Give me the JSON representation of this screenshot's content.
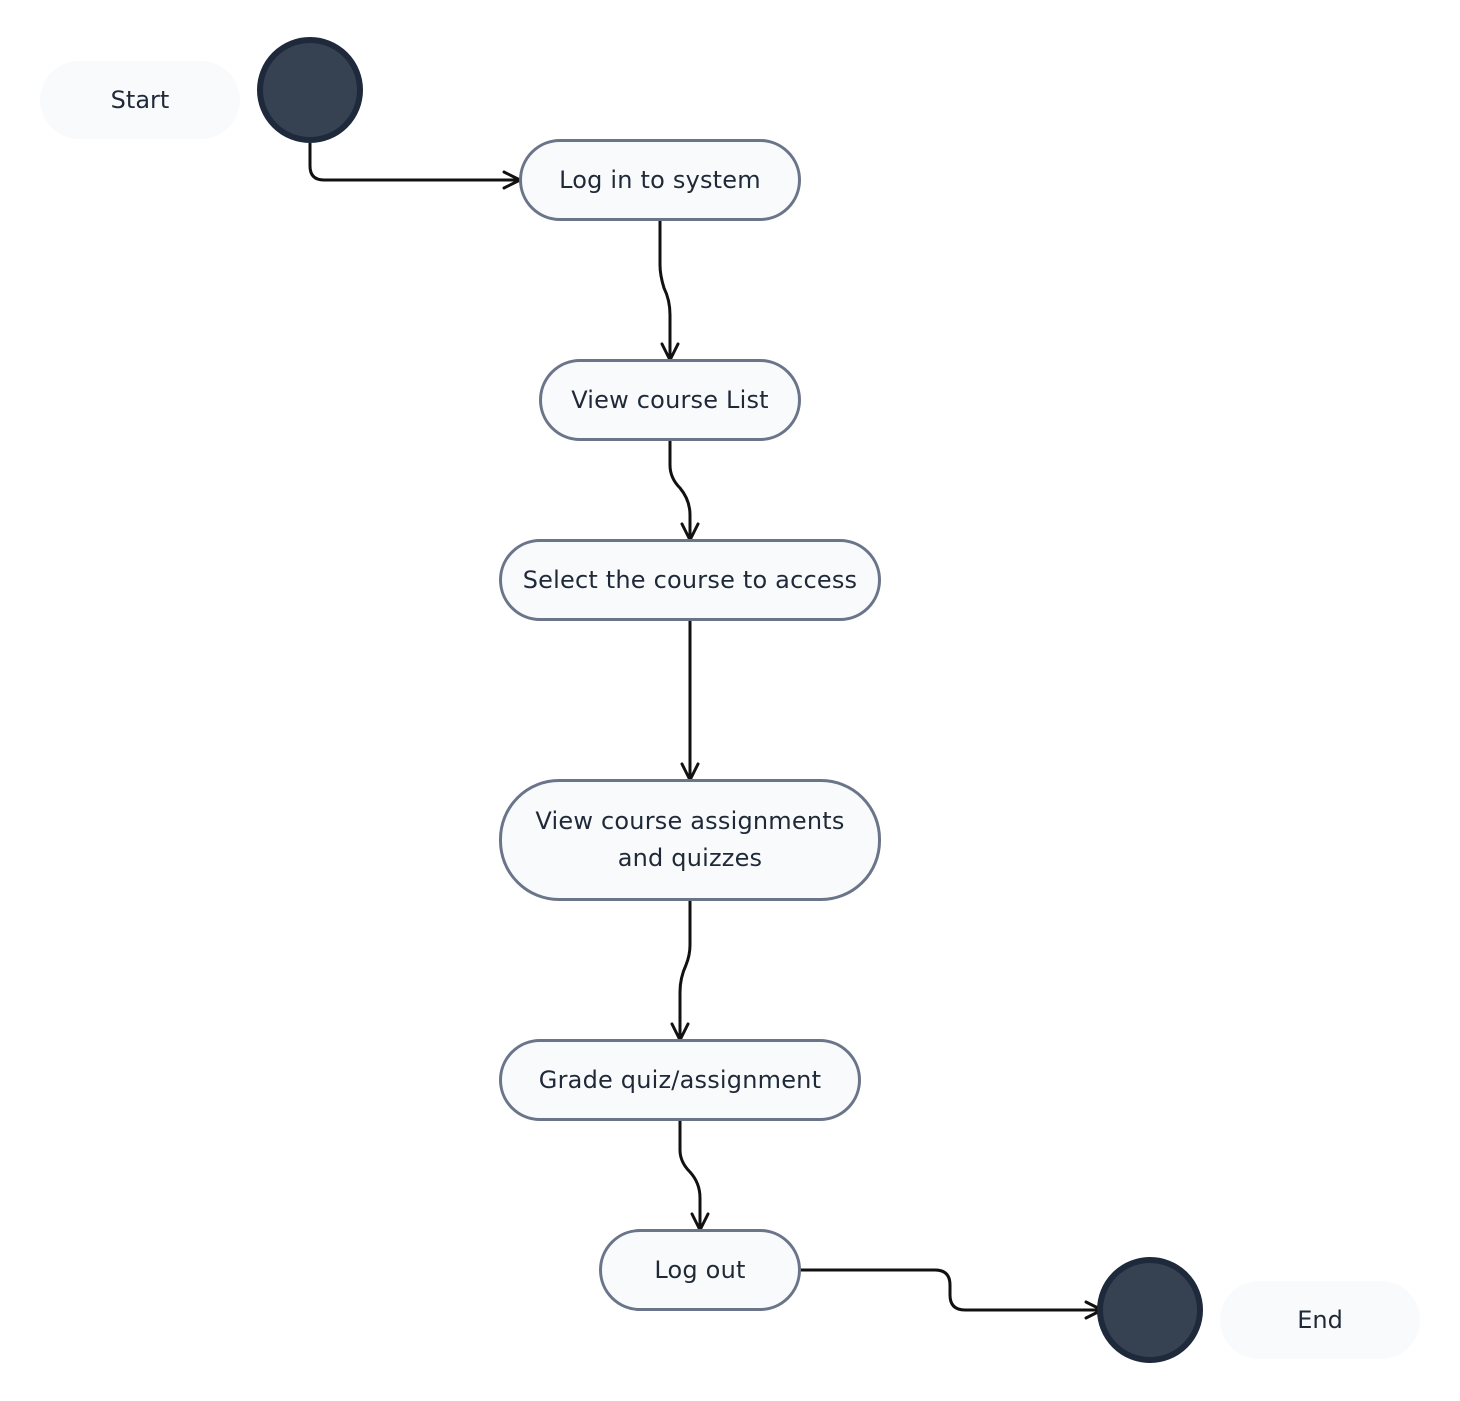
{
  "diagram": {
    "start_label": "Start",
    "end_label": "End",
    "steps": [
      "Log in to system",
      "View course List",
      "Select the course to access",
      "View course assignments\nand quizzes",
      "Grade quiz/assignment",
      "Log out"
    ]
  },
  "colors": {
    "node_fill": "#f8fafc",
    "node_border": "#6b7589",
    "terminal_fill": "#364152",
    "terminal_border": "#1e293b",
    "edge": "#111111"
  }
}
